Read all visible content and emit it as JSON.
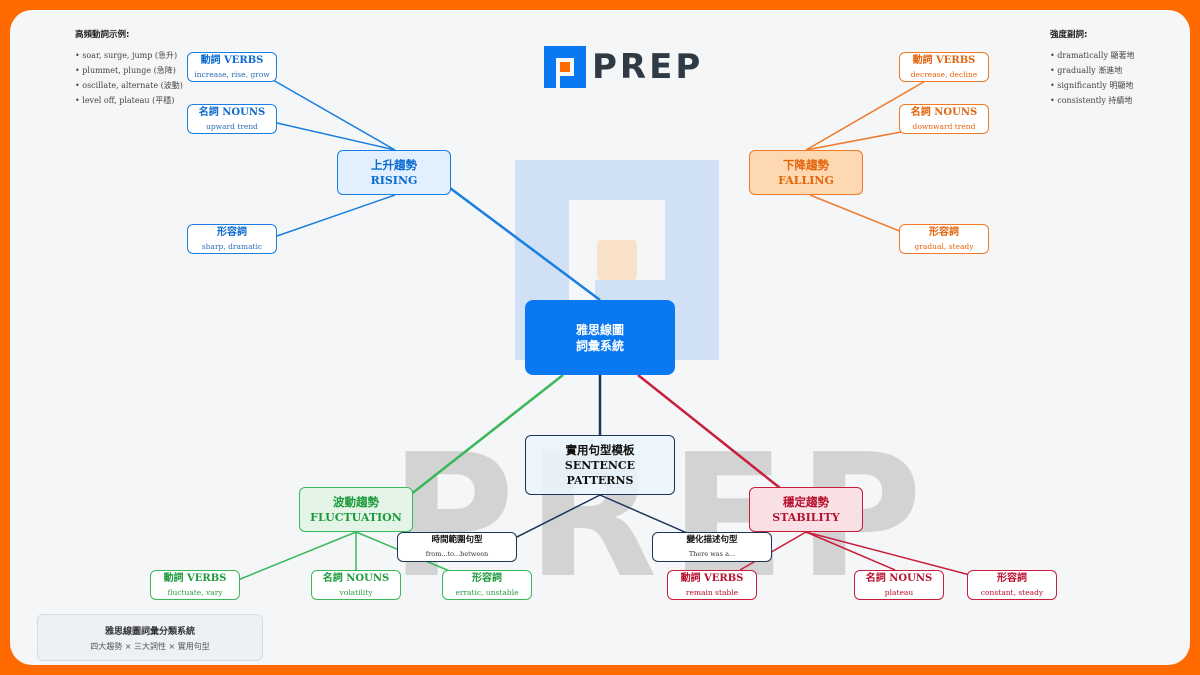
{
  "logo": {
    "text": "PREP"
  },
  "watermark": {
    "text": "PREP"
  },
  "colors": {
    "rising": "#1a7ee0",
    "falling": "#f07a28",
    "fluctuation": "#3cb85c",
    "stability": "#c81e3c",
    "patterns": "#1c3558",
    "center": "#0a78f0",
    "frame": "#ff6a00"
  },
  "center": {
    "line1": "雅思線圖",
    "line2": "詞彙系統"
  },
  "left_list": {
    "title": "高頻動詞示例:",
    "items": [
      "• soar, surge, jump (急升)",
      "• plummet, plunge (急降)",
      "• oscillate, alternate (波動)",
      "• level off, plateau (平穩)"
    ]
  },
  "right_list": {
    "title": "強度副詞:",
    "items": [
      "• dramatically 顯著地",
      "• gradually 漸進地",
      "• significantly 明顯地",
      "• consistently 持續地"
    ]
  },
  "rising": {
    "title": "上升趨勢",
    "sub": "RISING",
    "verbs": {
      "title": "動詞 VERBS",
      "sub": "increase, rise, grow"
    },
    "nouns": {
      "title": "名詞 NOUNS",
      "sub": "upward trend"
    },
    "adjs": {
      "title": "形容詞",
      "sub": "sharp, dramatic"
    }
  },
  "falling": {
    "title": "下降趨勢",
    "sub": "FALLING",
    "verbs": {
      "title": "動詞 VERBS",
      "sub": "decrease, decline"
    },
    "nouns": {
      "title": "名詞 NOUNS",
      "sub": "downward trend"
    },
    "adjs": {
      "title": "形容詞",
      "sub": "gradual, steady"
    }
  },
  "patterns": {
    "title": "實用句型模板",
    "sub1": "SENTENCE",
    "sub2": "PATTERNS",
    "time": {
      "title": "時間範圍句型",
      "sub": "from...to...between"
    },
    "change": {
      "title": "變化描述句型",
      "sub": "There was a..."
    }
  },
  "fluctuation": {
    "title": "波動趨勢",
    "sub": "FLUCTUATION",
    "verbs": {
      "title": "動詞 VERBS",
      "sub": "fluctuate, vary"
    },
    "nouns": {
      "title": "名詞 NOUNS",
      "sub": "volatility"
    },
    "adjs": {
      "title": "形容詞",
      "sub": "erratic, unstable"
    }
  },
  "stability": {
    "title": "穩定趨勢",
    "sub": "STABILITY",
    "verbs": {
      "title": "動詞 VERBS",
      "sub": "remain stable"
    },
    "nouns": {
      "title": "名詞 NOUNS",
      "sub": "plateau"
    },
    "adjs": {
      "title": "形容詞",
      "sub": "constant, steady"
    }
  },
  "legend": {
    "title": "雅思線圖詞彙分類系統",
    "sub": "四大趨勢 × 三大詞性 × 實用句型"
  }
}
